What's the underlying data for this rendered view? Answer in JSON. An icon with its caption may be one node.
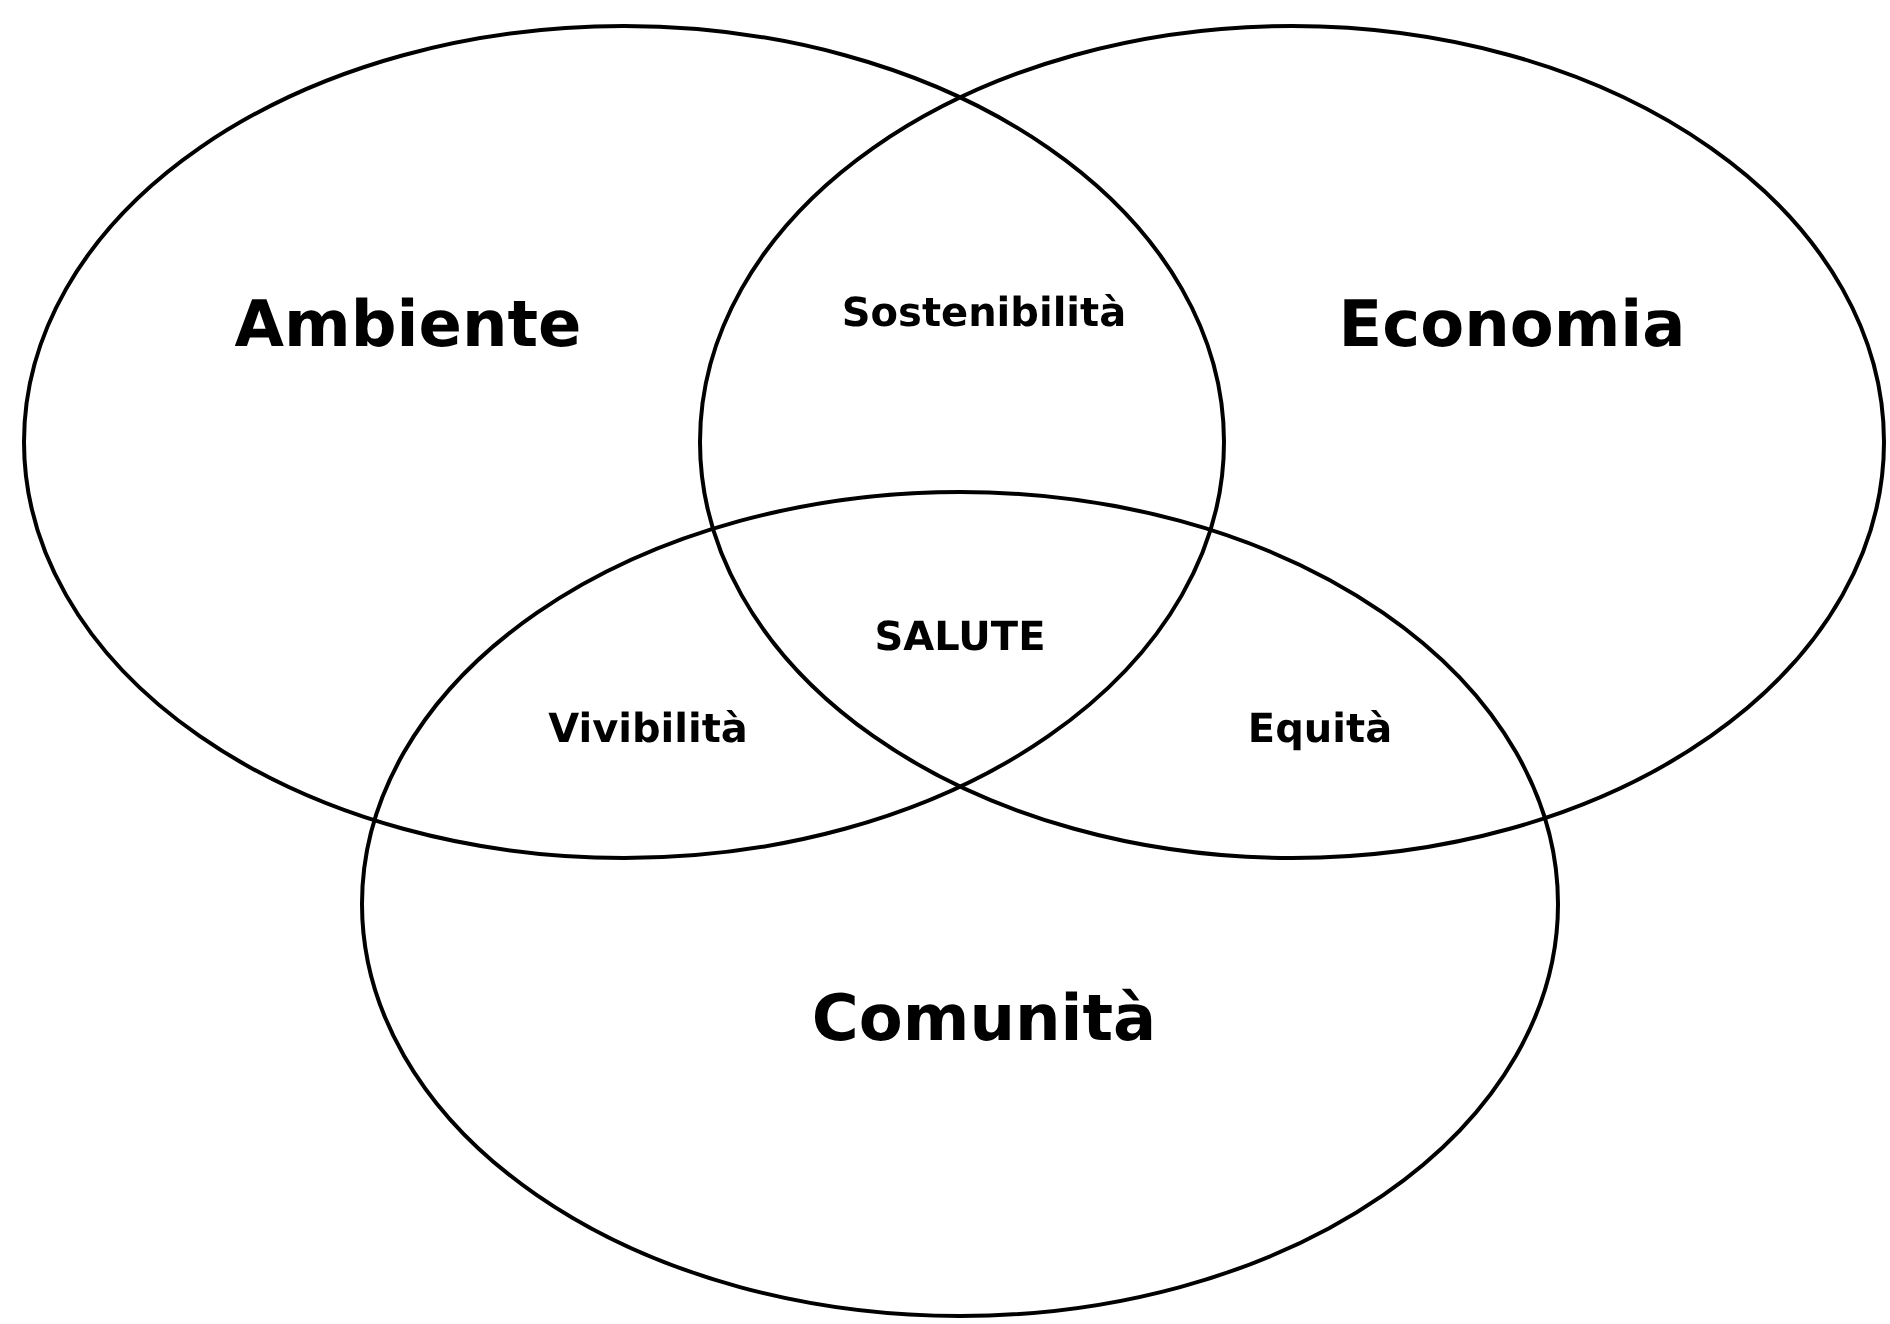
{
  "diagram": {
    "nodes": [
      {
        "text": [
          "Ambiente"
        ]
      },
      {
        "text": [
          "Economia"
        ]
      },
      {
        "text": [
          "Comunità"
        ]
      }
    ],
    "labels": [
      "Sostenibilità",
      "SALUTE",
      "Vivibilità",
      "Equità"
    ]
  }
}
